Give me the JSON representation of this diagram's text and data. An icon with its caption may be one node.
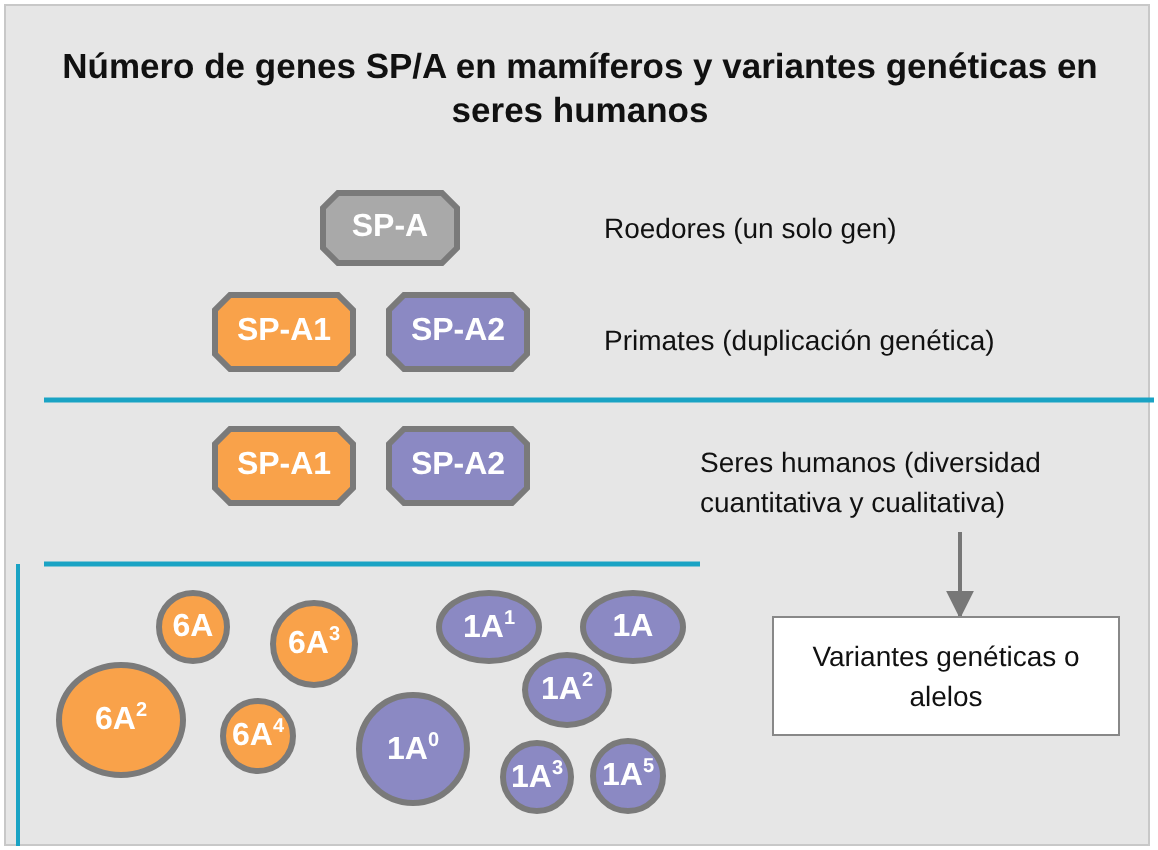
{
  "diagram": {
    "title": "Número de genes SP/A en mamíferos y variantes genéticas en seres humanos",
    "nodes": [
      {
        "text": [
          "SP-A"
        ]
      },
      {
        "text": [
          "SP-A1"
        ]
      },
      {
        "text": [
          "SP-A2"
        ]
      },
      {
        "text": [
          "SP-A1"
        ]
      },
      {
        "text": [
          "SP-A2"
        ]
      },
      {
        "text": [
          "Seres humanos (diversidad cuantitativa y cualitativa)"
        ]
      },
      {
        "text": [
          "6A"
        ]
      },
      {
        "text": [
          "6A$^{3}$"
        ]
      },
      {
        "text": [
          "1A$^{1}$"
        ]
      },
      {
        "text": [
          "1A"
        ]
      },
      {
        "text": [
          "6A$^{2}$"
        ]
      },
      {
        "text": [
          "1A$^{2}$"
        ]
      },
      {
        "text": [
          "6A$^{4}$"
        ]
      },
      {
        "text": [
          "1A$^{0}$"
        ]
      },
      {
        "text": [
          "1A$^{3}$"
        ]
      },
      {
        "text": [
          "1A$^{5}$"
        ]
      },
      {
        "text": [
          "Variantes genéticas o alelos"
        ]
      }
    ],
    "edges": [
      {
        "from": 5,
        "to": 16,
        "arrow": "to"
      }
    ],
    "labels": [
      "Roedores (un solo gen)",
      "Primates (duplicación genética)"
    ]
  }
}
